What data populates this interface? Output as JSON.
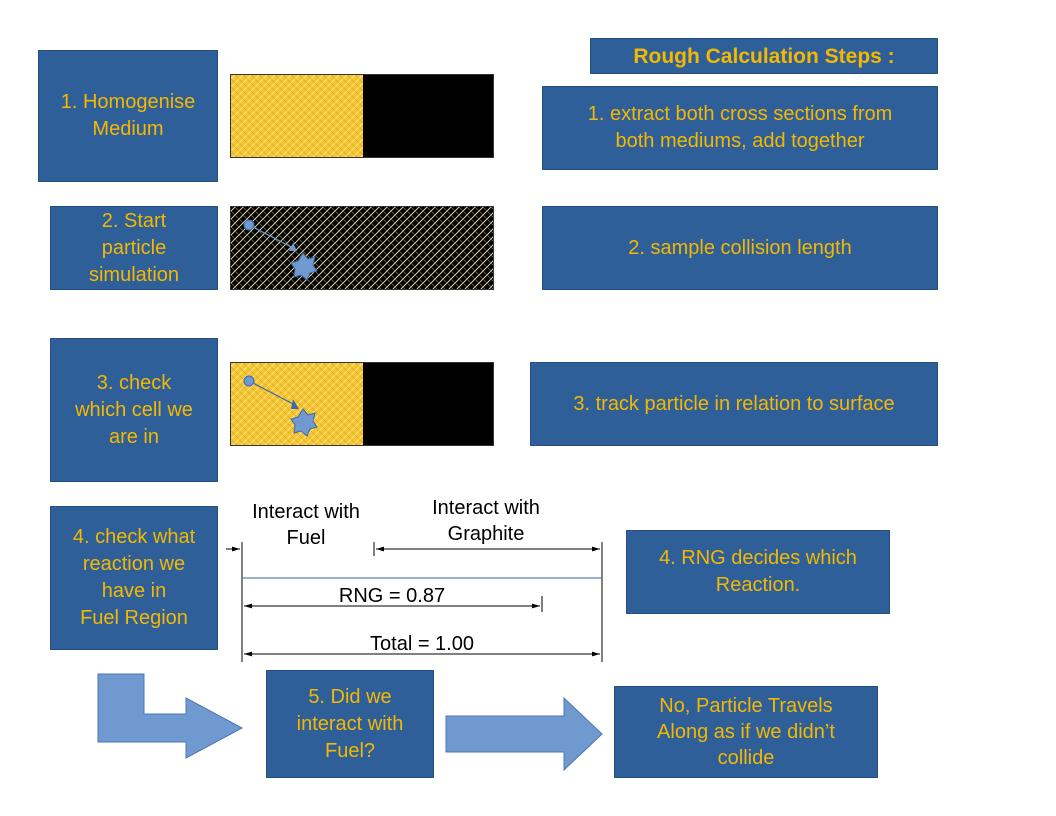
{
  "colors": {
    "box_fill": "#2e5f99",
    "box_text": "#f5b800",
    "fuel": "#f6c42c",
    "graphite": "#000000",
    "particle": "#6f99cf"
  },
  "left_steps": [
    {
      "label": "1. Homogenise\nMedium"
    },
    {
      "label": "2. Start\nparticle\nsimulation"
    },
    {
      "label": "3. check\nwhich cell we\nare in"
    },
    {
      "label": "4. check what\nreaction we\nhave in\nFuel Region"
    }
  ],
  "right_panel": {
    "title": "Rough Calculation Steps :",
    "steps": [
      {
        "label": "1. extract both cross sections from\nboth mediums, add together"
      },
      {
        "label": "2. sample collision length"
      },
      {
        "label": "3. track particle in relation to surface"
      },
      {
        "label": "4. RNG decides which\nReaction."
      }
    ]
  },
  "interaction_diagram": {
    "fuel_label": "Interact with\nFuel",
    "graphite_label": "Interact with\nGraphite",
    "rng_label": "RNG = 0.87",
    "total_label": "Total = 1.00"
  },
  "flow": {
    "decision": "5. Did we\ninteract with\nFuel?",
    "outcome": "No, Particle Travels\nAlong as if we didn’t\ncollide"
  },
  "icons": [
    "particle-dot-icon",
    "collision-star-icon",
    "bent-arrow-icon",
    "right-arrow-icon"
  ]
}
